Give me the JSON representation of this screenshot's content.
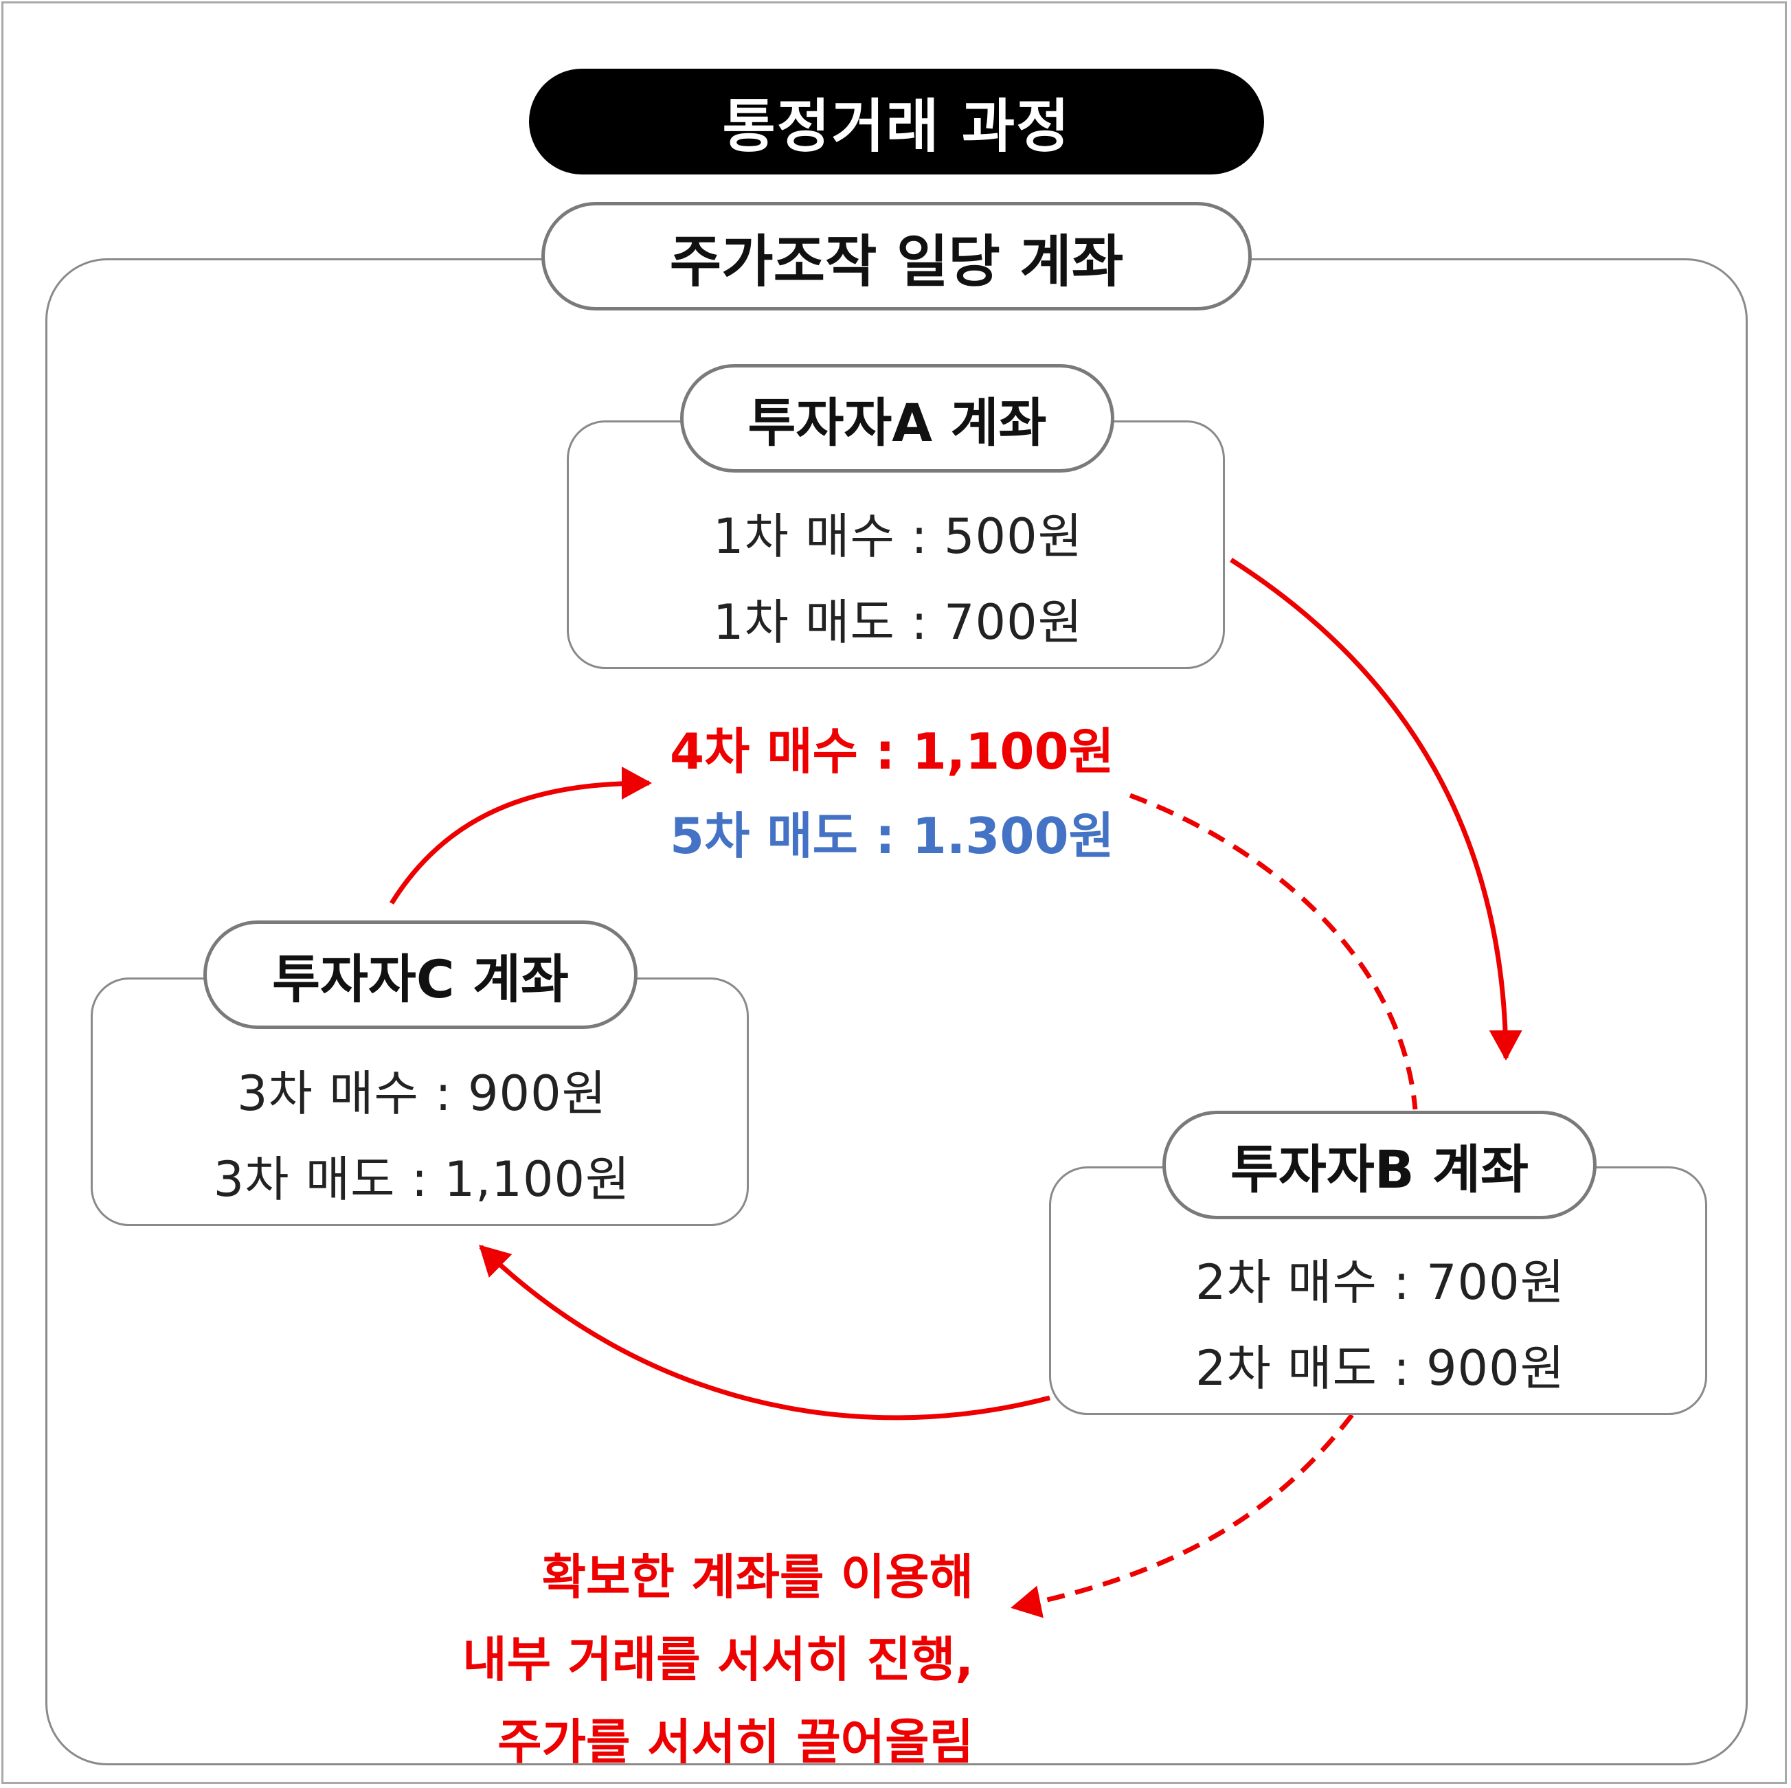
{
  "title": "통정거래 과정",
  "group_label": "주가조작 일당 계좌",
  "accounts": {
    "a": {
      "name": "투자자A 계좌",
      "buy": "1차 매수 : 500원",
      "sell": "1차 매도 : 700원"
    },
    "b": {
      "name": "투자자B 계좌",
      "buy": "2차 매수 : 700원",
      "sell": "2차 매도 : 900원"
    },
    "c": {
      "name": "투자자C 계좌",
      "buy": "3차 매수 : 900원",
      "sell": "3차 매도 : 1,100원"
    }
  },
  "center": {
    "buy": "4차 매수 : 1,100원",
    "sell": "5차 매도 : 1.300원"
  },
  "note": {
    "line1": "확보한 계좌를 이용해",
    "line2": "내부 거래를 서서히 진행,",
    "line3": "주가를 서서히 끌어올림"
  },
  "colors": {
    "arrow": "#ee0000",
    "buy_text": "#ee0000",
    "sell_text": "#4472c4"
  }
}
